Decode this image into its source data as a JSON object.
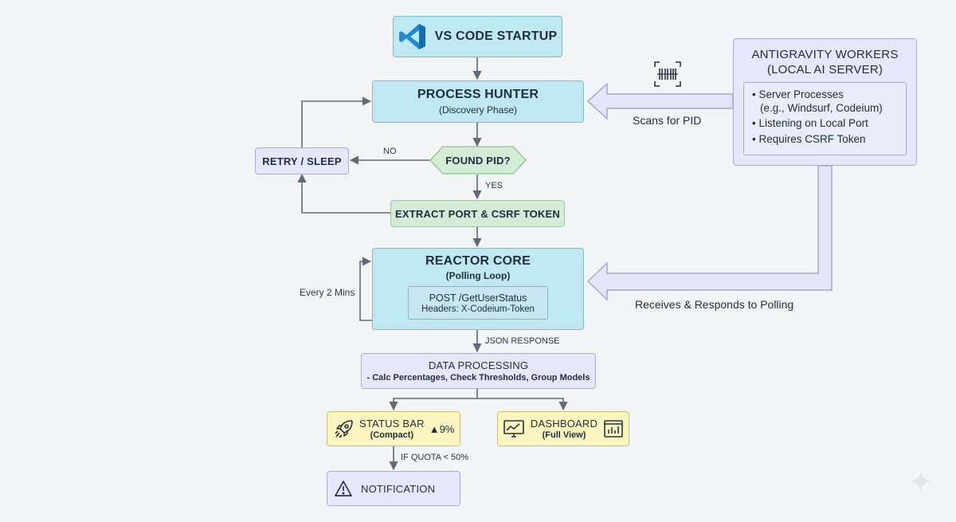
{
  "nodes": {
    "startup": "VS CODE STARTUP",
    "hunter": {
      "title": "PROCESS HUNTER",
      "sub": "(Discovery Phase)"
    },
    "found": "FOUND PID?",
    "retry": "RETRY / SLEEP",
    "extract": "EXTRACT PORT & CSRF TOKEN",
    "reactor": {
      "title": "REACTOR CORE",
      "sub": "(Polling Loop)",
      "inner_line1": "POST /GetUserStatus",
      "inner_line2": "Headers: X-Codeium-Token"
    },
    "data": {
      "title": "DATA PROCESSING",
      "sub": "- Calc Percentages, Check Thresholds, Group Models"
    },
    "status": {
      "title": "STATUS BAR",
      "sub": "(Compact)",
      "badge": "▲9%"
    },
    "dashboard": {
      "title": "DASHBOARD",
      "sub": "(Full View)"
    },
    "notification": "NOTIFICATION",
    "workers": {
      "title_line1": "ANTIGRAVITY WORKERS",
      "title_line2": "(LOCAL AI SERVER)",
      "items": [
        "• Server Processes",
        "(e.g., Windsurf, Codeium)",
        "• Listening on Local Port",
        "• Requires CSRF Token"
      ]
    }
  },
  "edge_labels": {
    "no": "NO",
    "yes": "YES",
    "every": "Every 2 Mins",
    "json": "JSON RESPONSE",
    "quota": "IF QUOTA < 50%",
    "scans": "Scans for PID",
    "receives": "Receives & Responds to Polling"
  },
  "icons": [
    "vscode-logo-icon",
    "barcode-scan-icon",
    "rocket-icon",
    "monitor-chart-icon",
    "bar-chart-icon",
    "warning-icon",
    "sparkle-icon"
  ],
  "colors": {
    "background": "#f3f4f6",
    "blue_node": "#bfe8f2",
    "lavender_node": "#e6e7fb",
    "green_node": "#d3ecd6",
    "yellow_node": "#fbf5bf",
    "arrow": "#5f6b78",
    "vscode_blue": "#1f8ad2"
  }
}
